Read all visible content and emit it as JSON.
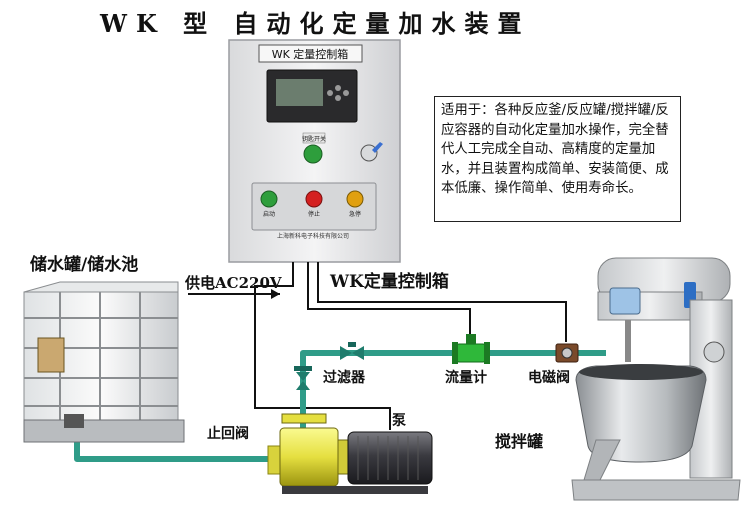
{
  "title": "WK 型 自动化定量加水装置",
  "cabinet": {
    "nameplate": "WK 定量控制箱",
    "key_switch": "钥匙开关",
    "buttons": [
      "启动",
      "停止",
      "急停"
    ],
    "company": "上海新科电子科技有限公司",
    "colors": {
      "start": "#2e9e3c",
      "stop": "#d42020",
      "estop": "#e0a010"
    }
  },
  "description": "适用于：各种反应釜/反应罐/搅拌罐/反应容器的自动化定量加水操作，完全替代人工完成全自动、高精度的定量加水，并且装置构成简单、安装简便、成本低廉、操作简单、使用寿命长。",
  "labels": {
    "storage": "储水罐/储水池",
    "power": "供电AC220V",
    "controller": "WK定量控制箱",
    "filter": "过滤器",
    "flowmeter": "流量计",
    "solenoid": "电磁阀",
    "pump": "泵",
    "check_valve": "止回阀",
    "mixer": "搅拌罐"
  },
  "colors": {
    "pipe": "#2f9c88",
    "pump": "#e8e25a",
    "flowmeter": "#2fb83a",
    "cabinet": "#e9eaec"
  }
}
